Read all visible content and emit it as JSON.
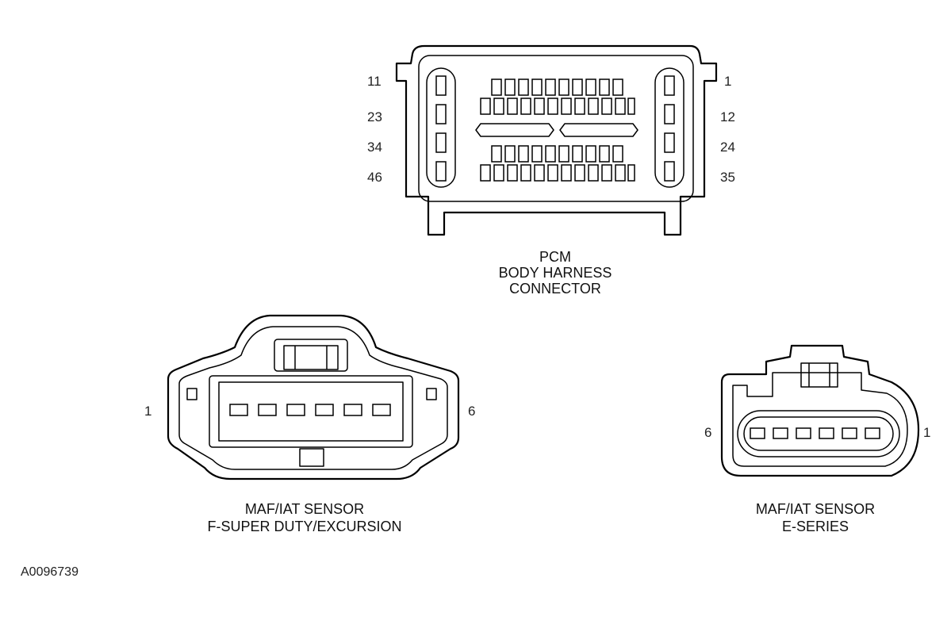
{
  "pcm_connector": {
    "pin_labels": {
      "left": [
        "11",
        "23",
        "34",
        "46"
      ],
      "right": [
        "1",
        "12",
        "24",
        "35"
      ]
    },
    "caption": [
      "PCM",
      "BODY HARNESS",
      "CONNECTOR"
    ]
  },
  "maf_super_duty": {
    "pin_left": "1",
    "pin_right": "6",
    "caption": [
      "MAF/IAT SENSOR",
      "F-SUPER DUTY/EXCURSION"
    ]
  },
  "maf_e_series": {
    "pin_left": "6",
    "pin_right": "1",
    "caption": [
      "MAF/IAT SENSOR",
      "E-SERIES"
    ]
  },
  "figure_id": "A0096739"
}
